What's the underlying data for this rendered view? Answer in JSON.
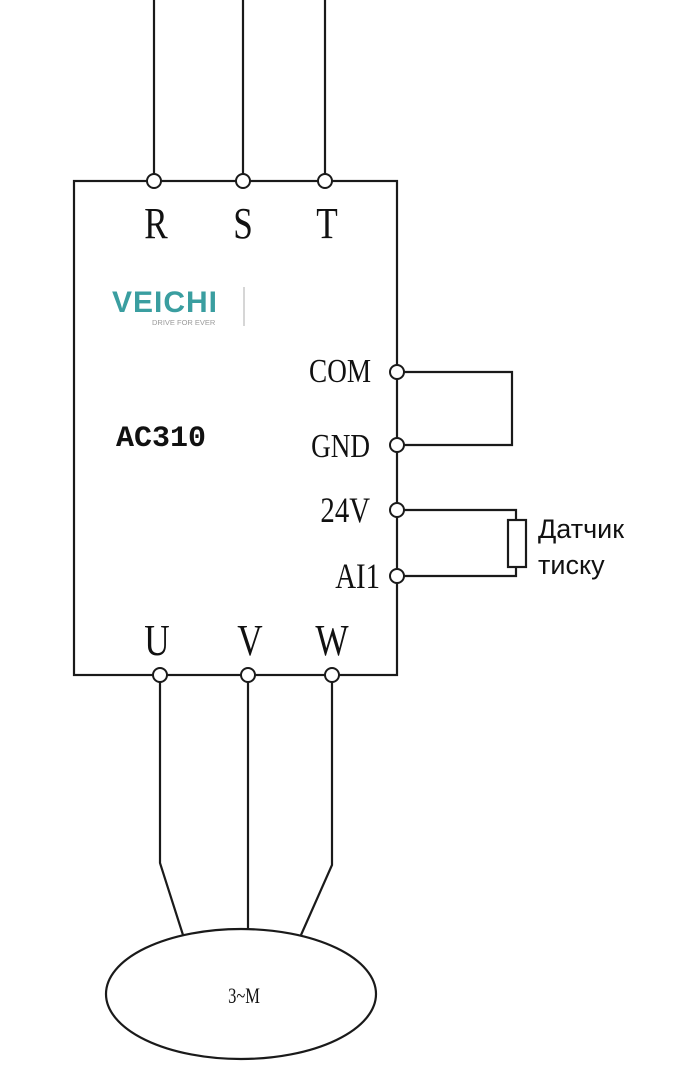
{
  "diagram": {
    "type": "wiring-diagram",
    "device": {
      "model": "AC310",
      "brand": {
        "name": "VEICHI",
        "slogan": "DRIVE FOR EVER",
        "color": "#3a9ea0",
        "slogan_color": "#9a9a9a"
      }
    },
    "input_terminals": [
      {
        "label": "R"
      },
      {
        "label": "S"
      },
      {
        "label": "T"
      }
    ],
    "output_terminals": [
      {
        "label": "U"
      },
      {
        "label": "V"
      },
      {
        "label": "W"
      }
    ],
    "control_terminals": [
      {
        "label": "COM"
      },
      {
        "label": "GND"
      },
      {
        "label": "24V"
      },
      {
        "label": "AI1"
      }
    ],
    "connections": [
      {
        "from": "COM",
        "to": "GND",
        "note": "jumper"
      },
      {
        "from": "24V",
        "to": "AI1",
        "via": "pressure-sensor"
      }
    ],
    "sensor": {
      "label_line1": "Датчик",
      "label_line2": "тиску"
    },
    "motor": {
      "label": "3~M"
    },
    "line_color": "#1a1a1a"
  }
}
